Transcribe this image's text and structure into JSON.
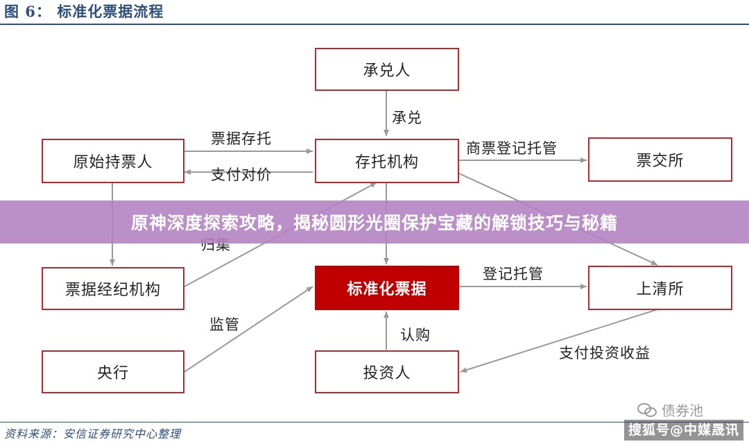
{
  "figure": {
    "title": "图 6：  标准化票据流程"
  },
  "nodes": {
    "acceptor": "承兑人",
    "original_holder": "原始持票人",
    "custodian": "存托机构",
    "exchange": "票交所",
    "broker": "票据经纪机构",
    "standardized_bill": "标准化票据",
    "clearing_house": "上清所",
    "central_bank": "央行",
    "investor": "投资人"
  },
  "edges": {
    "acceptance": "承兑",
    "bill_deposit": "票据存托",
    "payment": "支付对价",
    "commercial_bill_registration": "商票登记托管",
    "aggregation_partial": "归集",
    "registration_custody": "登记托管",
    "supervision": "监管",
    "subscription": "认购",
    "investment_return": "支付投资收益"
  },
  "banner": {
    "text": "原神深度探索攻略，揭秘圆形光圈保护宝藏的解锁技巧与秘籍"
  },
  "source": {
    "text": "资料来源：安信证券研究中心整理"
  },
  "watermark": {
    "account": "债券池",
    "site": "搜狐号@中媒晟讯"
  },
  "colors": {
    "accent": "#b8282e",
    "highlight_fill": "#c00000",
    "title_blue": "#2d4f7a",
    "banner": "#b280c0"
  }
}
